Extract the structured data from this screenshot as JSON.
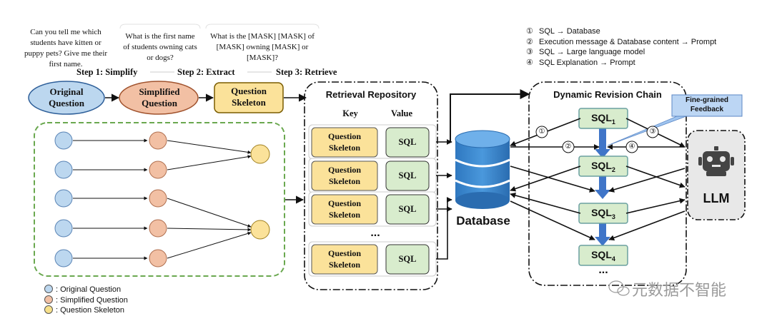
{
  "questions": {
    "q1": "Can you tell me which students have kitten or puppy pets? Give me their first name.",
    "q2": "What is the first name of students owning cats or dogs?",
    "q3": "What is the [MASK] [MASK] of [MASK] owning [MASK] or [MASK]?"
  },
  "steps": [
    "Step 1: Simplify",
    "Step 2: Extract",
    "Step 3: Retrieve"
  ],
  "nodes": {
    "original": "Original Question",
    "simplified": "Simplified Question",
    "skeleton": "Question Skeleton"
  },
  "repository": {
    "title": "Retrieval Repository",
    "key_header": "Key",
    "value_header": "Value",
    "key_label": "Question Skeleton",
    "value_label": "SQL",
    "ellipsis": "..."
  },
  "database_label": "Database",
  "chain": {
    "title": "Dynamic Revision Chain",
    "sql_nodes": [
      {
        "base": "SQL",
        "sub": "1"
      },
      {
        "base": "SQL",
        "sub": "2"
      },
      {
        "base": "SQL",
        "sub": "3"
      },
      {
        "base": "SQL",
        "sub": "4"
      }
    ],
    "ellipsis": "...",
    "feedback": "Fine-grained Feedback"
  },
  "llm_label": "LLM",
  "numbered_legend": [
    {
      "num": "①",
      "text": "SQL → Database"
    },
    {
      "num": "②",
      "text": "Execution message & Database content → Prompt"
    },
    {
      "num": "③",
      "text": "SQL → Large language model"
    },
    {
      "num": "④",
      "text": "SQL Explanation → Prompt"
    }
  ],
  "circle_markers": [
    "①",
    "②",
    "③",
    "④"
  ],
  "dot_legend": [
    {
      "text": ": Original Question",
      "color": "#bcd7ef"
    },
    {
      "text": ": Simplified Question",
      "color": "#f2c0a4"
    },
    {
      "text": ": Question Skeleton",
      "color": "#f7e08a"
    }
  ],
  "colors": {
    "blue_fill": "#bcd7ef",
    "orange_fill": "#f2c0a4",
    "yellow_fill": "#fbe29a",
    "green_fill": "#d8eccd",
    "arrow_blue": "#3f75c8",
    "dash_green": "#6aa84f"
  },
  "watermark": "元数据不智能"
}
